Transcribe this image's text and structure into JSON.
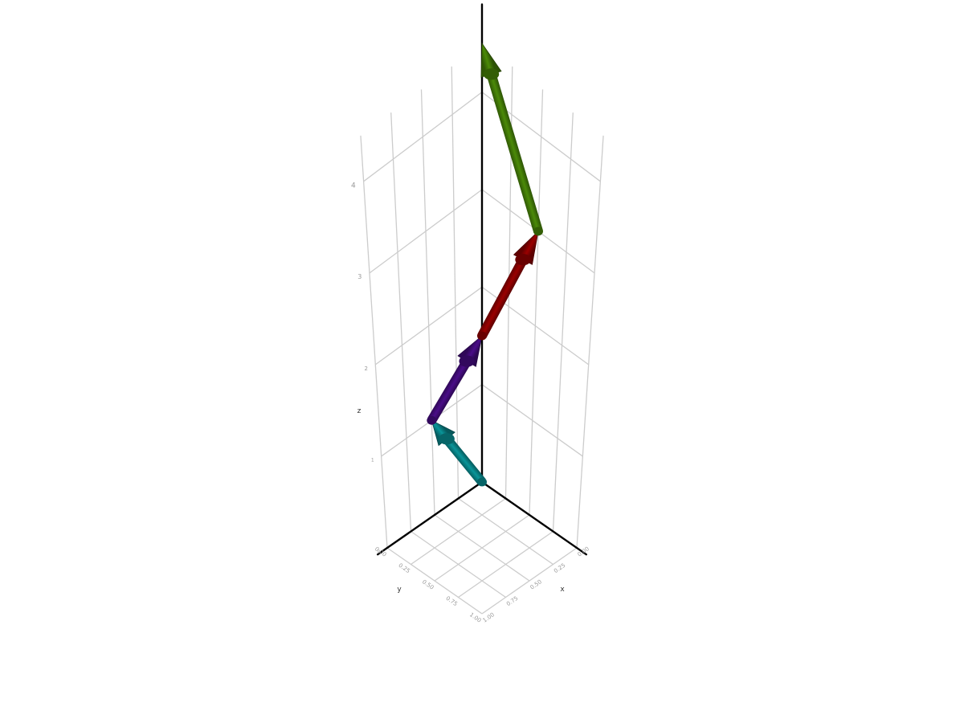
{
  "chart_data": {
    "type": "3d-arrows",
    "title": "",
    "axes": {
      "x": {
        "label": "x",
        "range": [
          0,
          1
        ],
        "ticks": [
          0,
          0.25,
          0.5,
          0.75,
          1
        ],
        "tick_labels": [
          "0.00",
          "0.25",
          "0.50",
          "0.75",
          "1.00"
        ]
      },
      "y": {
        "label": "y",
        "range": [
          0,
          1
        ],
        "ticks": [
          0,
          0.25,
          0.5,
          0.75,
          1
        ],
        "tick_labels": [
          "0.00",
          "0.25",
          "0.50",
          "0.75",
          "1.00"
        ]
      },
      "z": {
        "label": "z",
        "range": [
          0,
          4.5
        ],
        "ticks": [
          0,
          1,
          2,
          3,
          4
        ],
        "tick_labels": [
          "0",
          "1",
          "2",
          "3",
          "4"
        ]
      }
    },
    "grid": true,
    "legend": "none",
    "arrows": [
      {
        "start": [
          0,
          0,
          0
        ],
        "end": [
          0,
          0.5,
          1
        ],
        "color": "#08777a"
      },
      {
        "start": [
          0,
          0.5,
          1
        ],
        "end": [
          0,
          0,
          1.5
        ],
        "color": "#3b0a6d"
      },
      {
        "start": [
          0,
          0,
          1.5
        ],
        "end": [
          0.5,
          0,
          3
        ],
        "color": "#7b0000"
      },
      {
        "start": [
          0.5,
          0,
          3
        ],
        "end": [
          0,
          0,
          4.5
        ],
        "color": "#3c6e06"
      }
    ]
  }
}
